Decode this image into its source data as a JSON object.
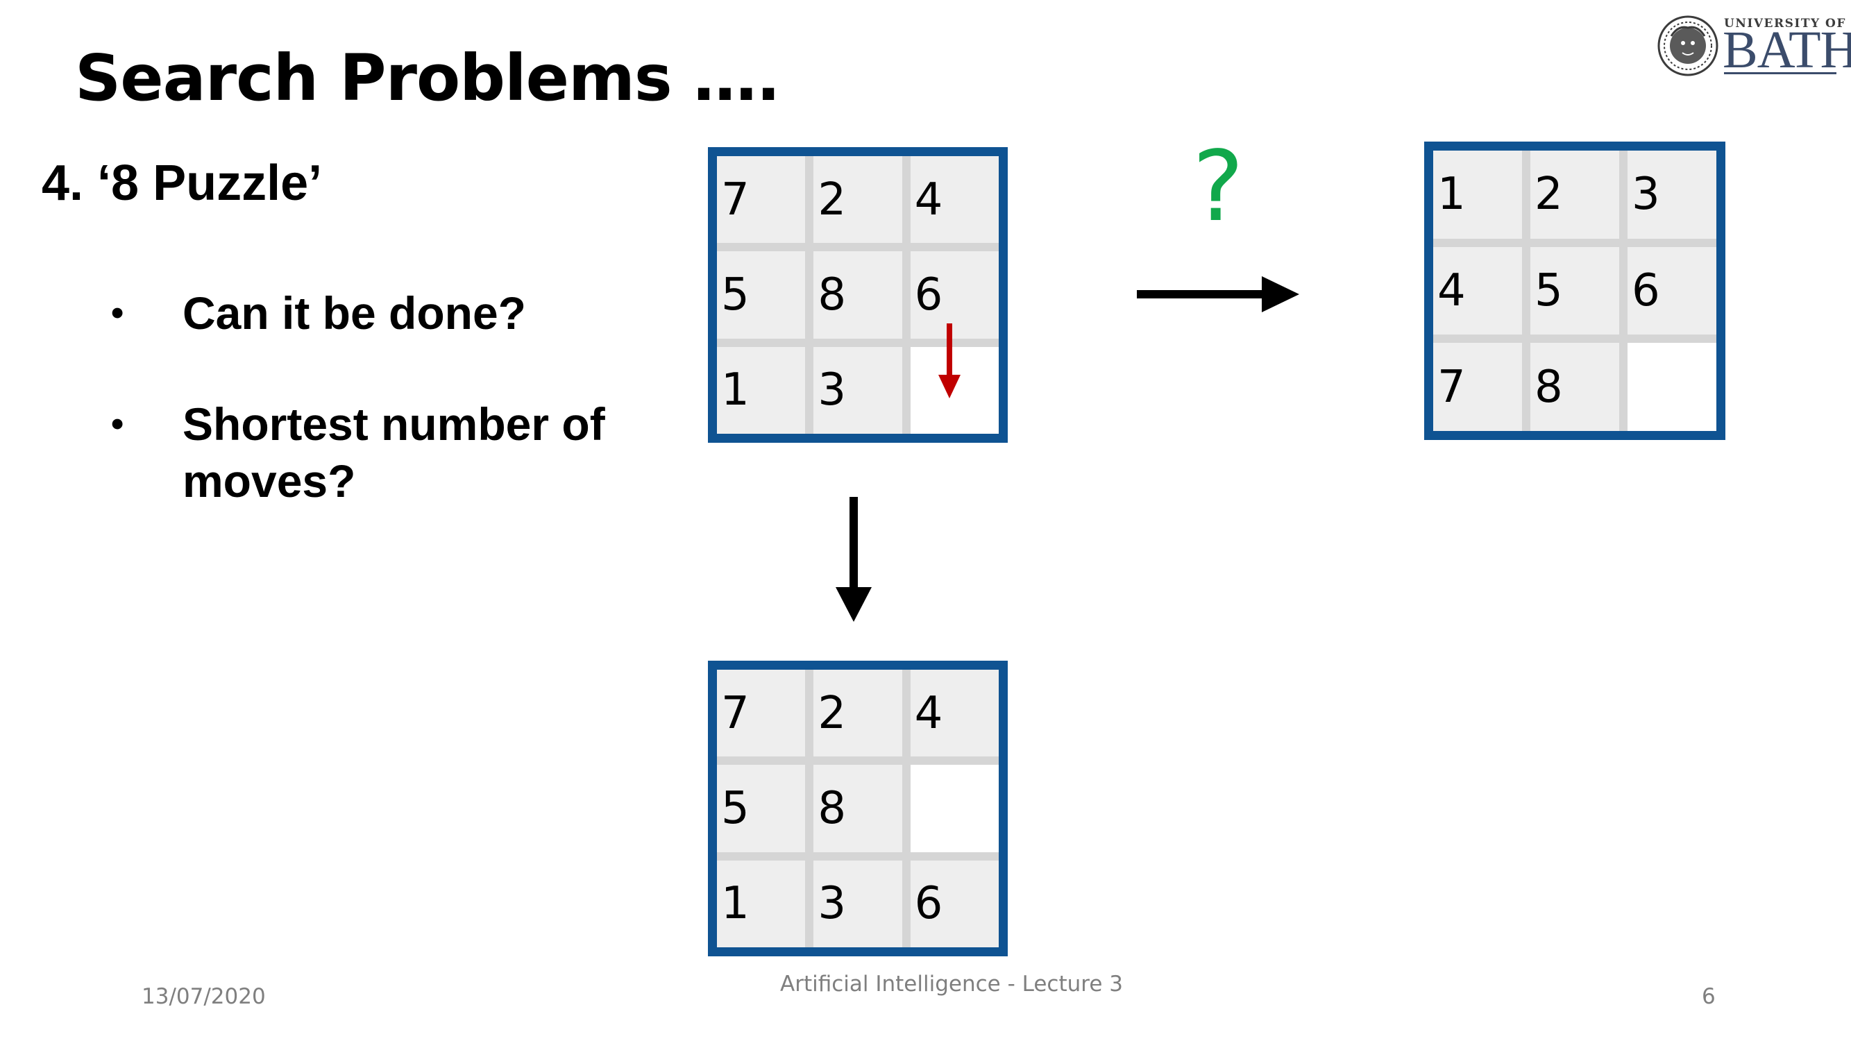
{
  "slide": {
    "title": "Search Problems ….",
    "subtitle": "4. ‘8 Puzzle’",
    "bullets": [
      {
        "symbol": "•",
        "text": "Can it be done?"
      },
      {
        "symbol": "•",
        "text": "Shortest number of moves?"
      }
    ]
  },
  "puzzles": {
    "start": {
      "tiles": [
        "7",
        "2",
        "4",
        "5",
        "8",
        "6",
        "1",
        "3",
        ""
      ]
    },
    "next": {
      "tiles": [
        "7",
        "2",
        "4",
        "5",
        "8",
        "",
        "1",
        "3",
        "6"
      ]
    },
    "goal": {
      "tiles": [
        "1",
        "2",
        "3",
        "4",
        "5",
        "6",
        "7",
        "8",
        ""
      ]
    }
  },
  "question_mark": "?",
  "colors": {
    "puzzle_border": "#0f5392",
    "move_arrow": "#c00000",
    "question_mark": "#11a84b",
    "transition_arrow": "#000000"
  },
  "logo": {
    "top_text": "UNIVERSITY OF",
    "main_text": "BATH",
    "icon": "university-seal-icon"
  },
  "footer": {
    "date": "13/07/2020",
    "center_text": "Artificial Intelligence - Lecture 3",
    "page_number": "6"
  }
}
